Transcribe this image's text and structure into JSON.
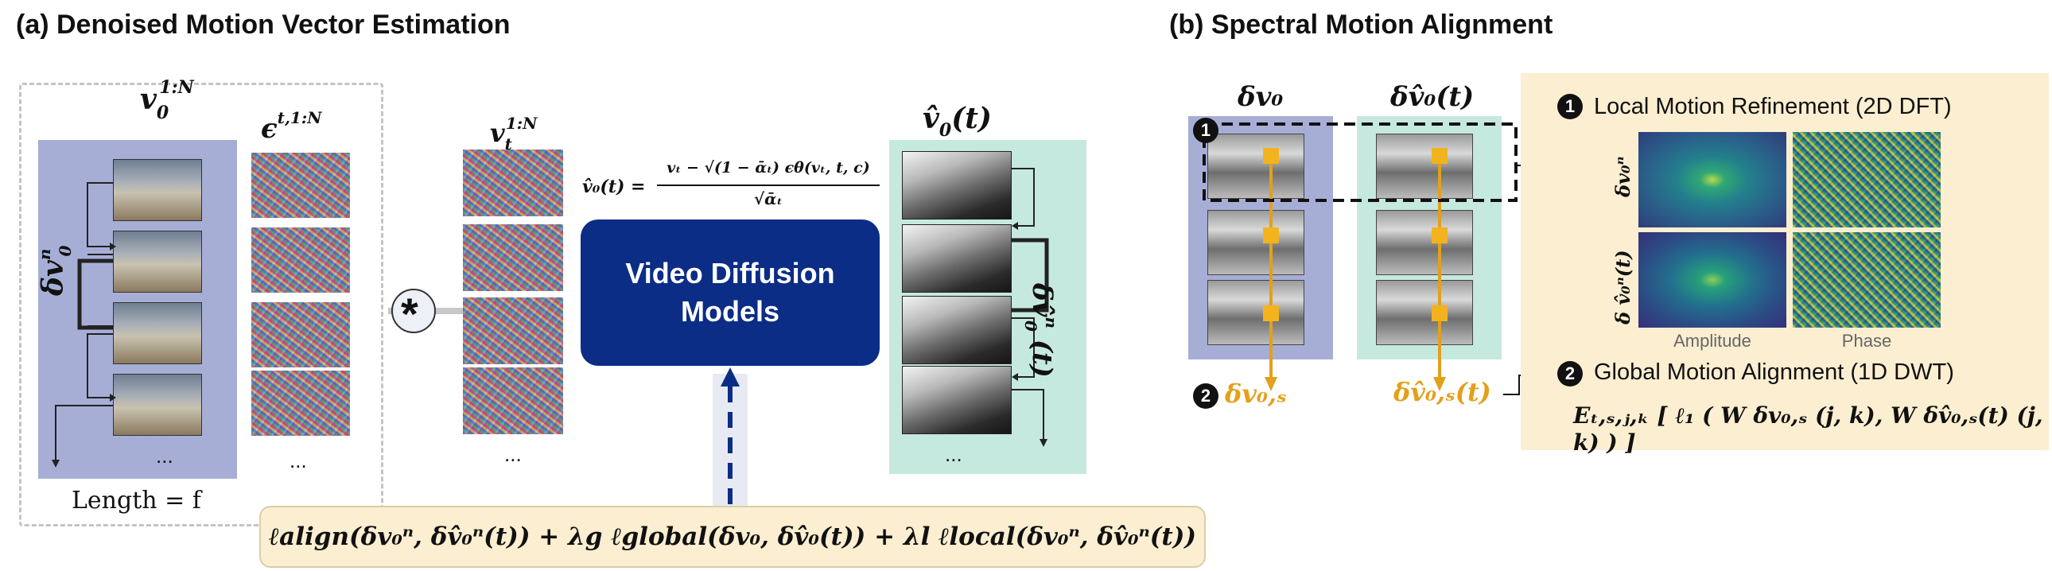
{
  "panel_a": {
    "title": "(a) Denoised Motion Vector Estimation",
    "v0_label": "v",
    "v0_sub": "0",
    "v0_sup": "1:N",
    "eps_label": "ϵ",
    "eps_sup": "t,1:N",
    "vt_label": "v",
    "vt_sub": "t",
    "vt_sup": "1:N",
    "vhat_label": "v̂",
    "vhat_sub": "0",
    "vhat_arg": "(t)",
    "delta_left": "δv",
    "delta_left_sup": "n",
    "delta_left_sub": "0",
    "delta_right": "δv̂",
    "delta_right_sup": "n",
    "delta_right_sub": "0",
    "delta_right_arg": "(t)",
    "conv_symbol": "*",
    "ellipsis": "...",
    "length_label": "Length = f",
    "equation_lhs": "v̂₀(t) =",
    "equation_num": "vₜ − √(1 − ᾱₜ) ϵθ(vₜ, t, c)",
    "equation_den": "√ᾱₜ",
    "model_line1": "Video Diffusion",
    "model_line2": "Models",
    "loss": "ℓalign(δv₀ⁿ, δv̂₀ⁿ(t)) + λg ℓglobal(δv₀, δv̂₀(t)) + λl ℓlocal(δv₀ⁿ, δv̂₀ⁿ(t))"
  },
  "panel_b": {
    "title": "(b) Spectral Motion Alignment",
    "col1_label": "δv₀",
    "col2_label": "δv̂₀(t)",
    "badge1": "1",
    "badge2": "2",
    "bottom1": "δv₀,ₛ",
    "bottom2": "δv̂₀,ₛ(t)",
    "local_title": "Local Motion Refinement (2D DFT)",
    "row1_label": "δv₀ⁿ",
    "row2_label": "δ v̂₀ⁿ(t)",
    "amp_label": "Amplitude",
    "phase_label": "Phase",
    "global_title": "Global Motion Alignment (1D DWT)",
    "global_eq": "Eₜ,ₛ,ⱼ,ₖ [ ℓ₁ ( W δv₀,ₛ (j, k), W δv̂₀,ₛ(t) (j, k) ) ]"
  },
  "colors": {
    "blue_panel": "#a7aed6",
    "green_panel": "#c6e9df",
    "yellow_panel": "#fbeed1",
    "model_box": "#0b2d86",
    "accent_orange": "#e3a01b",
    "dashed_gray": "#bfbfbf"
  }
}
